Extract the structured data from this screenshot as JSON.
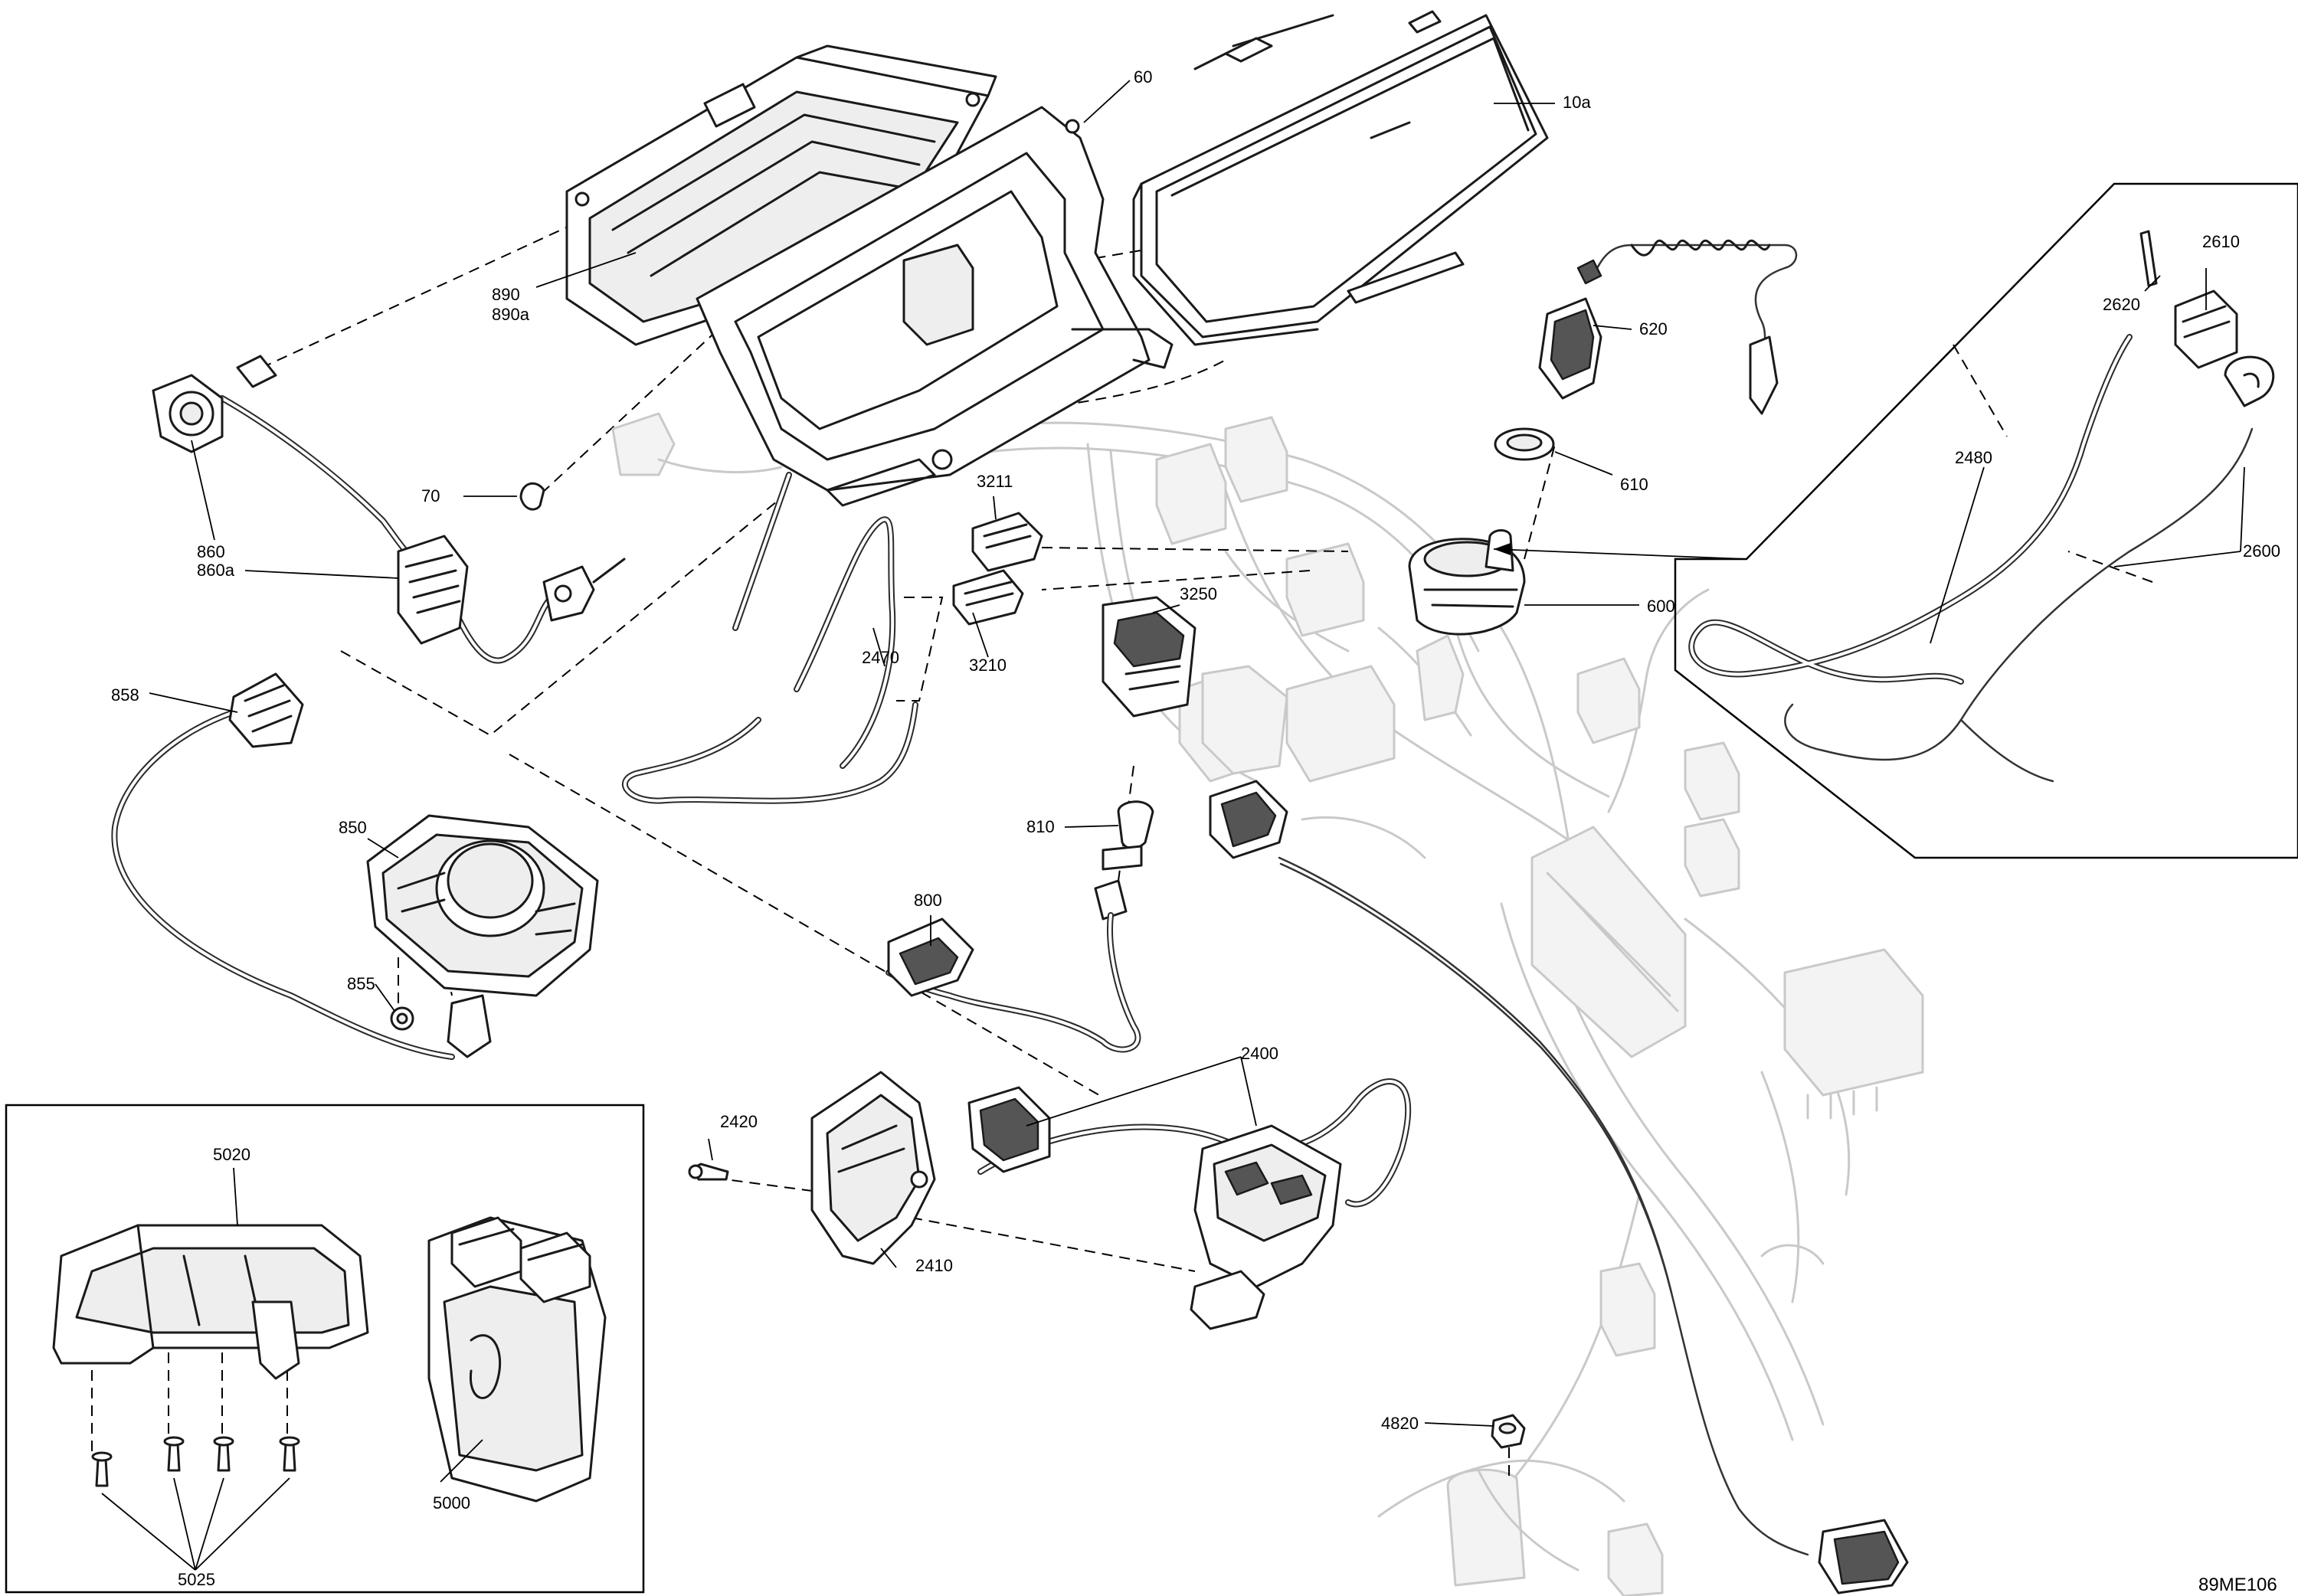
{
  "figure_code": "89ME106",
  "labels": {
    "p60": "60",
    "p10a": "10a",
    "p890": "890",
    "p890a": "890a",
    "p620": "620",
    "p610": "610",
    "p600": "600",
    "p2610": "2610",
    "p2620": "2620",
    "p2480": "2480",
    "p2600": "2600",
    "p860": "860",
    "p860a": "860a",
    "p70": "70",
    "p3211": "3211",
    "p3250": "3250",
    "p3210": "3210",
    "p2470": "2470",
    "p858": "858",
    "p850": "850",
    "p855": "855",
    "p810": "810",
    "p800": "800",
    "p2400": "2400",
    "p2420": "2420",
    "p2410": "2410",
    "p4820": "4820",
    "p5020": "5020",
    "p5000": "5000",
    "p5025": "5025"
  }
}
